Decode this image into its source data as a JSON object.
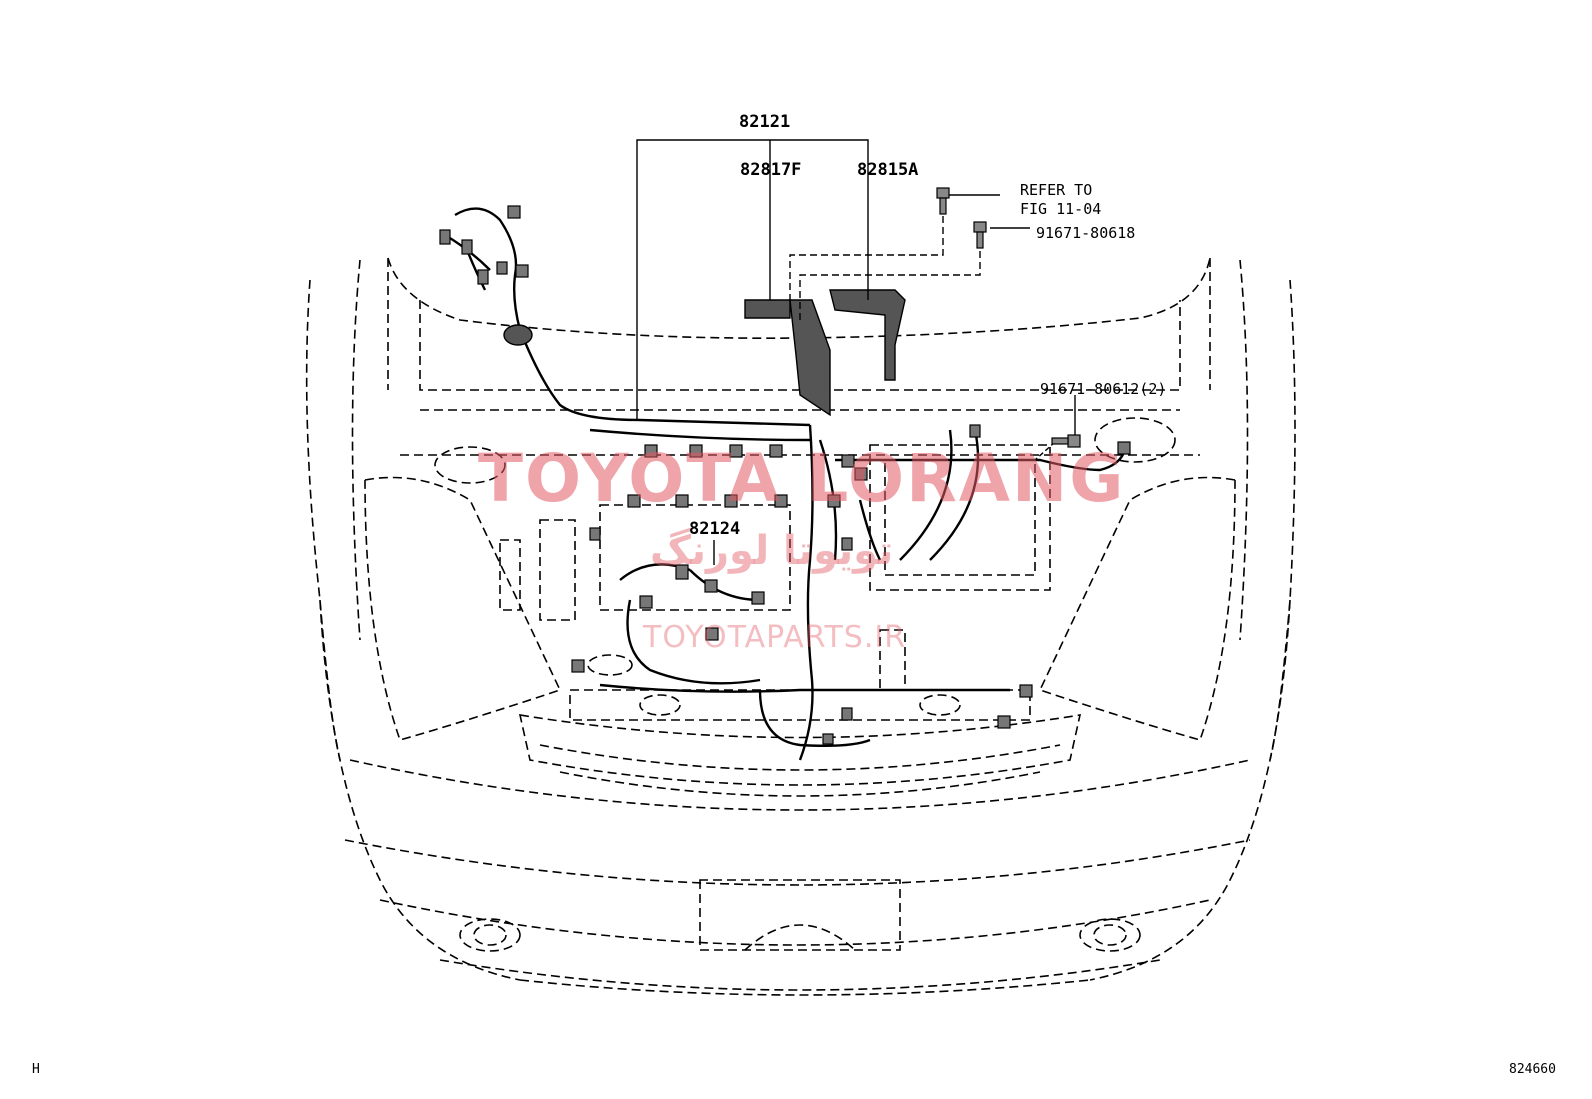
{
  "callouts": {
    "harness_main": "82121",
    "harness_sub_f": "82817F",
    "harness_sub_a": "82815A",
    "refer_line1": "REFER TO",
    "refer_line2": "FIG 11-04",
    "bolt_1": "91671-80618",
    "bolt_2": "91671-80612(2)",
    "harness_engine": "82124"
  },
  "corner": {
    "left": "H",
    "right": "824660"
  },
  "watermark": {
    "line1": "TOYOTA LORANG",
    "line2": "تویوتا لورنگ",
    "line3": "TOYOTAPARTS.IR"
  },
  "colors": {
    "line": "#000000",
    "watermark": "#e25a64"
  }
}
